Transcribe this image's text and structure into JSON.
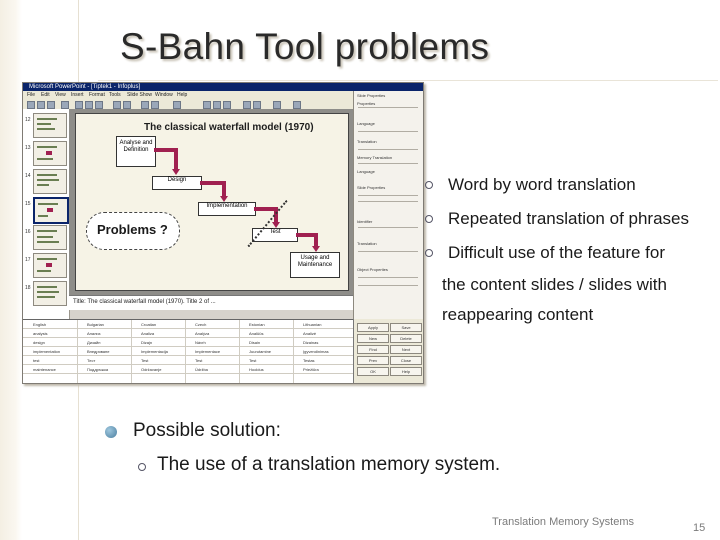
{
  "slide": {
    "title": "S-Bahn Tool problems",
    "sub_bullets": [
      "Word by word translation",
      "Repeated translation of phrases",
      "Difficult  use of the  feature for",
      "the content slides / slides with",
      "reappearing content"
    ],
    "main_bullet": "Possible solution:",
    "main_sub_bullet": "The use of a translation memory system.",
    "footer": "Translation Memory Systems",
    "page_number": "15"
  },
  "screenshot": {
    "window_title": "Microsoft PowerPoint - [Tiptek1 - Infoplus]",
    "menu_items": [
      "File",
      "Edit",
      "View",
      "Insert",
      "Format",
      "Tools",
      "Slide Show",
      "Window",
      "Help"
    ],
    "slide_title": "The classical waterfall model (1970)",
    "boxes": [
      "Analyse and Definition",
      "Design",
      "Implementation",
      "Test",
      "Usage and Maintenance"
    ],
    "cloud_text": "Problems ?",
    "notes_text": "Title: The classical waterfall model (1970). Title  2 of ...",
    "thumb_numbers": [
      "12",
      "13",
      "14",
      "15",
      "16",
      "17",
      "18"
    ],
    "right_pane_labels": [
      "Slide Properties",
      "Properties",
      "Language",
      "Translation",
      "Memory Translation",
      "Language",
      "Slide Properties",
      "Identifier",
      "Translation",
      "Object Properties"
    ],
    "grid_headers": [
      "English",
      "Bulgarian",
      "Croatian",
      "Czech",
      "Estonian",
      "Lithuanian"
    ],
    "grid_rows": [
      [
        "analysis",
        "Анализ",
        "Analiza",
        "Analýza",
        "Analüüs",
        "Analizė"
      ],
      [
        "design",
        "Дизайн",
        "Dizajn",
        "Návrh",
        "Disain",
        "Dizainas"
      ],
      [
        "implementation",
        "Внедряване",
        "Implementacija",
        "Implementace",
        "Juurutamine",
        "Įgyvendinimas"
      ],
      [
        "test",
        "Тест",
        "Test",
        "Test",
        "Test",
        "Testas"
      ],
      [
        "maintenance",
        "Поддръжка",
        "Održavanje",
        "Údržba",
        "Hooldus",
        "Priežiūra"
      ]
    ],
    "side_buttons": [
      "Apply",
      "Save",
      "New",
      "Delete",
      "Find",
      "Next",
      "Prev",
      "Close",
      "OK",
      "Help"
    ]
  },
  "colors": {
    "accent": "#a02050",
    "window_blue": "#0a246a",
    "bullet_blue": "#4b7fa0"
  }
}
